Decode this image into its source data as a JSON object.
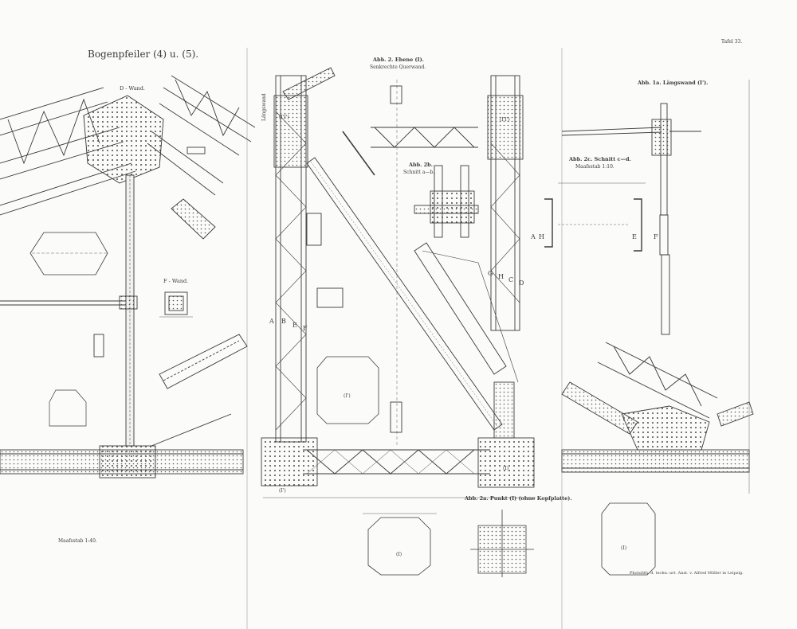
{
  "plate": {
    "title": "Bogenpfeiler (4) u. (5).",
    "plate_number": "Tafel 33.",
    "scale_main": "Maafsstab 1:40.",
    "credit": "Photolith. d. techn.-art. Anst. v. Alfred Müller in Leipzig."
  },
  "figures": {
    "abb2_caption": "Abb. 2. Ebene (I).",
    "abb2_sub": "Senkrechte Querwand.",
    "abb2b_caption": "Abb. 2b.",
    "abb2b_sub": "Schnitt a—b.",
    "abb1a_caption": "Abb. 1a. Längswand (I').",
    "abb2c_caption": "Abb. 2c. Schnitt c—d.",
    "abb2c_sub": "Maafsstab 1:10.",
    "abb2a_caption": "Abb. 2a. Punkt (I) (ohne Kopfplatte).",
    "longitudinal_wall": "Längswand"
  },
  "walls": {
    "d_wand": "D - Wand.",
    "f_wand": "F - Wand."
  },
  "section_letters": {
    "abef": [
      "A",
      "B",
      "E",
      "F"
    ],
    "ghcd": [
      "G",
      "H",
      "C",
      "D"
    ],
    "ah_left": [
      "A",
      "H"
    ],
    "ef_right": [
      "E",
      "F"
    ]
  },
  "node_marks": {
    "top_left": "(I'I')",
    "top_right": "(I'I')",
    "center": "(I')",
    "bottom_left": "(I')",
    "bottom_right": "(I)",
    "plate_a": "(I)",
    "plate_b": "(I)"
  },
  "colors": {
    "ink": "#3a3a3a",
    "paper": "#fbfbfa",
    "faint": "#9a9a9a"
  }
}
